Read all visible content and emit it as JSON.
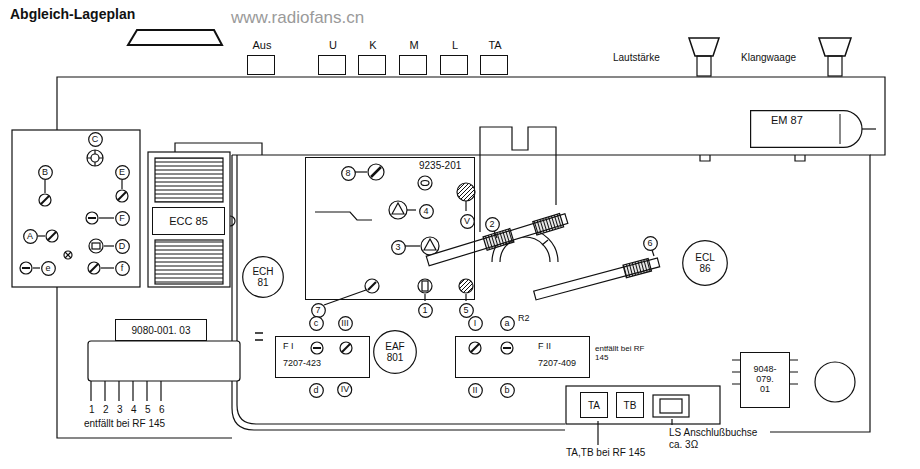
{
  "diagram": {
    "title": "Abgleich-Lageplan",
    "nodes": [
      {
        "text": [
          "Aus"
        ]
      },
      {
        "text": [
          "U"
        ]
      },
      {
        "text": [
          "K"
        ]
      },
      {
        "text": [
          "M"
        ]
      },
      {
        "text": [
          "L"
        ]
      },
      {
        "text": [
          "TA"
        ]
      },
      {
        "text": [
          "EM 87"
        ]
      },
      {
        "text": [
          "C"
        ]
      },
      {
        "text": [
          "B"
        ]
      },
      {
        "text": [
          "E"
        ]
      },
      {
        "text": [
          "F"
        ]
      },
      {
        "text": [
          "A"
        ]
      },
      {
        "text": [
          "D"
        ]
      },
      {
        "text": [
          "e"
        ]
      },
      {
        "text": [
          "f"
        ]
      },
      {
        "text": [
          "ECC 85"
        ]
      },
      {
        "text": [
          "9235-201"
        ]
      },
      {
        "text": [
          "8"
        ],
        "in": 16
      },
      {
        "text": [
          "V"
        ],
        "in": 16
      },
      {
        "text": [
          "4"
        ],
        "in": 16
      },
      {
        "text": [
          "2"
        ]
      },
      {
        "text": [
          "3"
        ],
        "in": 16
      },
      {
        "text": [
          "7"
        ]
      },
      {
        "text": [
          "1"
        ]
      },
      {
        "text": [
          "5"
        ]
      },
      {
        "text": [
          "ECH 81"
        ]
      },
      {
        "text": [
          "6"
        ]
      },
      {
        "text": [
          "ECL 86"
        ]
      },
      {
        "text": [
          "9080-001. 03"
        ]
      },
      {
        "text": [
          "F I",
          "7207-423"
        ]
      },
      {
        "text": [
          "c"
        ]
      },
      {
        "text": [
          "III"
        ]
      },
      {
        "text": [
          "d"
        ]
      },
      {
        "text": [
          "IV"
        ]
      },
      {
        "text": [
          "EAF 801"
        ]
      },
      {
        "text": [
          "F II",
          "7207-409"
        ]
      },
      {
        "text": [
          "I"
        ]
      },
      {
        "text": [
          "a"
        ]
      },
      {
        "text": [
          "II"
        ]
      },
      {
        "text": [
          "b"
        ]
      },
      {
        "text": [
          "9048- 079. 01"
        ]
      },
      {
        "text": [
          "TA"
        ]
      },
      {
        "text": [
          "TB"
        ]
      }
    ],
    "labels": [
      "www.radiofans.cn",
      "Lautstärke",
      "Klangwaage",
      "R2",
      "1",
      "2",
      "3",
      "4",
      "5",
      "6",
      "entfällt bei RF 145",
      "entfällt bei RF 145",
      "TA,TB bei RF 145",
      "LS Anschlußbuchse ca. 3Ω"
    ]
  }
}
